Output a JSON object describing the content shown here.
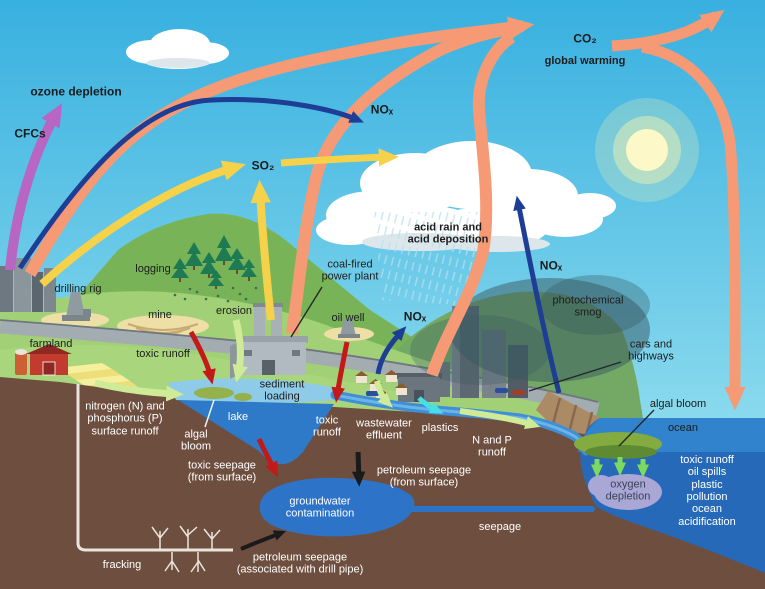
{
  "diagram": {
    "subject": "pollution pathways illustration"
  },
  "labels": {
    "ozone_depletion": "ozone depletion",
    "cfcs": "CFCs",
    "nox_top": "NOₓ",
    "so2": "SO₂",
    "co2": "CO₂",
    "global_warming": "global warming",
    "acid_rain": "acid rain and\nacid deposition",
    "drilling_rig": "drilling rig",
    "logging": "logging",
    "mine": "mine",
    "erosion": "erosion",
    "farmland": "farmland",
    "toxic_runoff_left": "toxic runoff",
    "coal_plant": "coal-fired\npower plant",
    "oil_well": "oil well",
    "nox_mid": "NOₓ",
    "nox_right": "NOₓ",
    "photochemical_smog": "photochemical\nsmog",
    "cars_highways": "cars and\nhighways",
    "sediment_loading": "sediment\nloading",
    "lake": "lake",
    "algal_bloom_lake": "algal\nbloom",
    "n_p_surface": "nitrogen (N) and\nphosphorus (P)\nsurface runoff",
    "toxic_runoff_lake": "toxic\nrunoff",
    "wastewater": "wastewater\neffluent",
    "plastics": "plastics",
    "n_p_runoff": "N and P\nrunoff",
    "toxic_seepage": "toxic seepage\n(from surface)",
    "petroleum_surface": "petroleum seepage\n(from surface)",
    "groundwater": "groundwater\ncontamination",
    "petroleum_pipe": "petroleum seepage\n(associated with drill pipe)",
    "fracking": "fracking",
    "seepage": "seepage",
    "algal_bloom_ocean": "algal bloom",
    "ocean": "ocean",
    "ocean_effects": "toxic runoff\noil spills\nplastic pollution\nocean acidification",
    "oxygen_depletion": "oxygen\ndepletion"
  },
  "colors": {
    "arrow_orange": "#f59a74",
    "arrow_purple": "#b766c4",
    "arrow_navy": "#1d3e94",
    "arrow_yellow": "#f6d24a",
    "arrow_red": "#c11a18",
    "arrow_black": "#1a1a1a",
    "arrow_pale_green": "#cfeb97",
    "arrow_green": "#7ed95f",
    "arrow_cyan": "#45e0e6",
    "sky_top": "#38b0e0",
    "sky_bottom": "#9fe4f2",
    "ocean_surface": "#3183cd",
    "ocean_deep": "#2569b8",
    "soil_brown": "#6e4f3f",
    "lake_blue": "#2e79c8",
    "label_dark": "#1c1c1c",
    "label_light": "#ffffff"
  }
}
